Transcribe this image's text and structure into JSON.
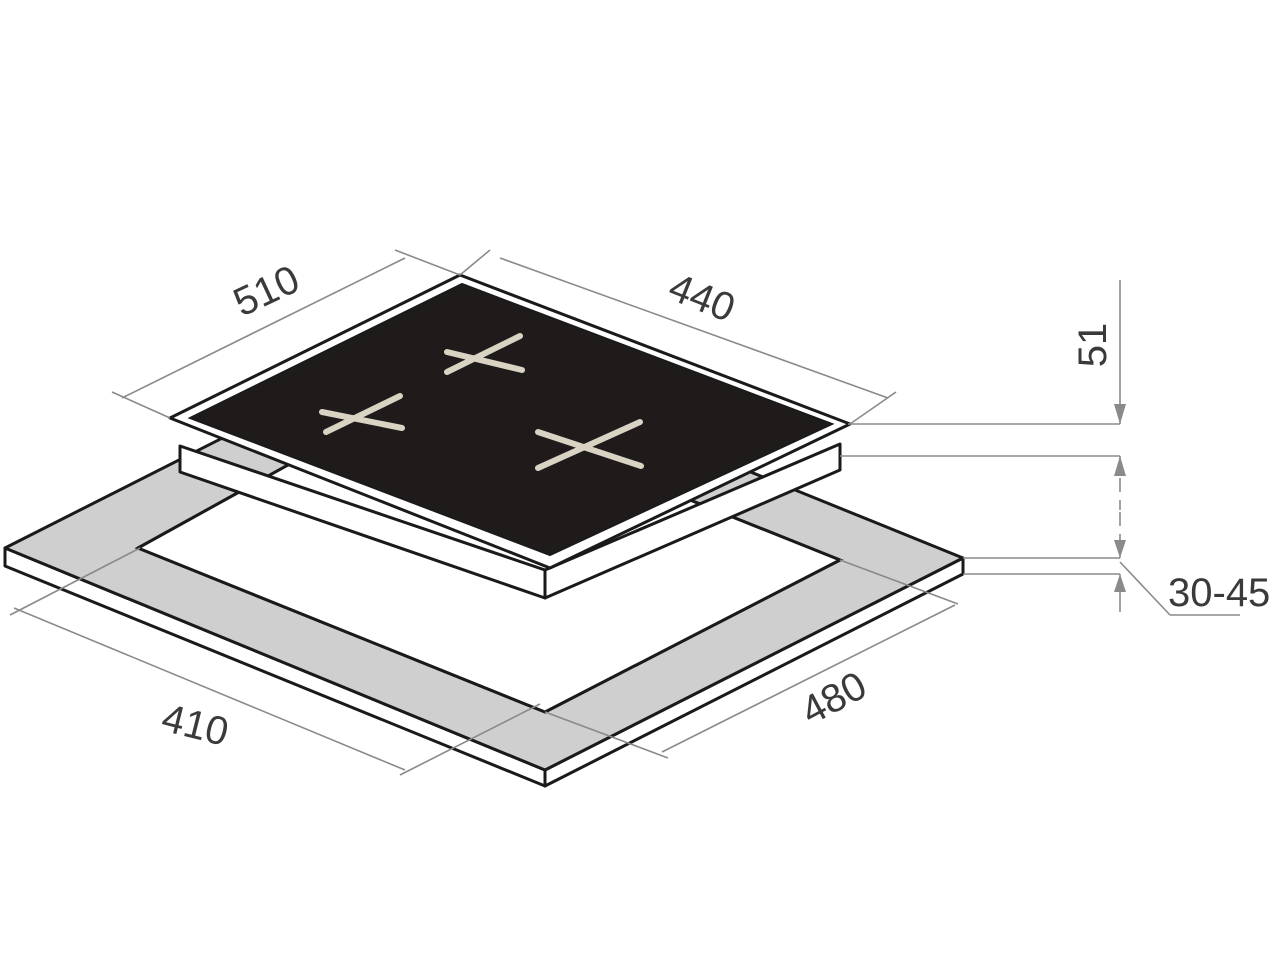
{
  "dimensions": {
    "hob_width": "510",
    "hob_depth": "440",
    "hob_height": "51",
    "cutout_width": "410",
    "cutout_depth": "480",
    "counter_thickness": "30-45"
  },
  "colors": {
    "glass_top": "#1f1b1b",
    "counter_fill": "#cfcfcf",
    "burner_marks": "#d9d3c4",
    "dimension_lines": "#8a8a8a"
  }
}
